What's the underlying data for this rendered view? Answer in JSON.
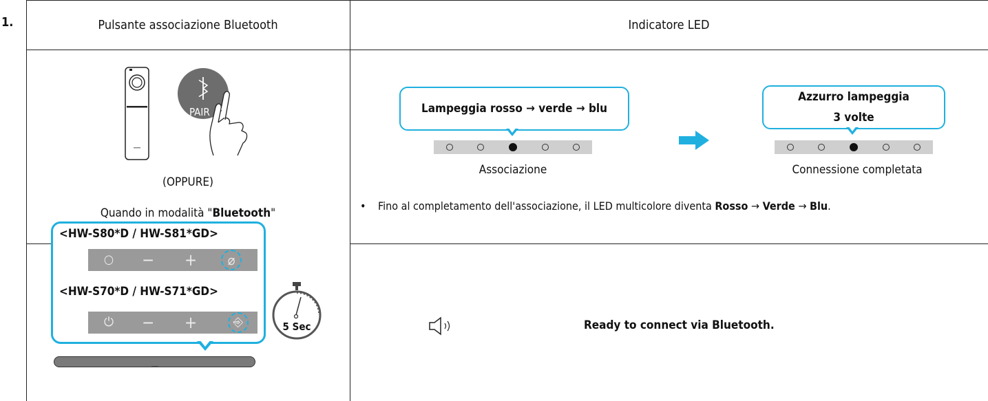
{
  "step_number": "1.",
  "headers": {
    "left": "Pulsante associazione Bluetooth",
    "right": "Indicatore LED"
  },
  "left": {
    "pair_label": "PAIR",
    "or_text": "(OPPURE)",
    "mode_prefix": "Quando in modalità \"",
    "mode_name": "Bluetooth",
    "mode_suffix": "\"",
    "model_a": "<HW-S80*D / HW-S81*GD>",
    "model_b": "<HW-S70*D / HW-S71*GD>",
    "timer_label": "5 Sec"
  },
  "led": {
    "bubble1": "Lampeggia rosso → verde → blu",
    "caption1": "Associazione",
    "bubble2_line1": "Azzurro lampeggia",
    "bubble2_line2": "3 volte",
    "caption2": "Connessione completata",
    "bullet_prefix": "Fino al completamento dell'associazione, il LED multicolore diventa ",
    "c1": "Rosso",
    "arrow": " → ",
    "c2": "Verde",
    "c3": "Blu",
    "period": ".",
    "accent_color": "#1fb0e0"
  },
  "voice": {
    "message": "Ready to connect via Bluetooth."
  }
}
